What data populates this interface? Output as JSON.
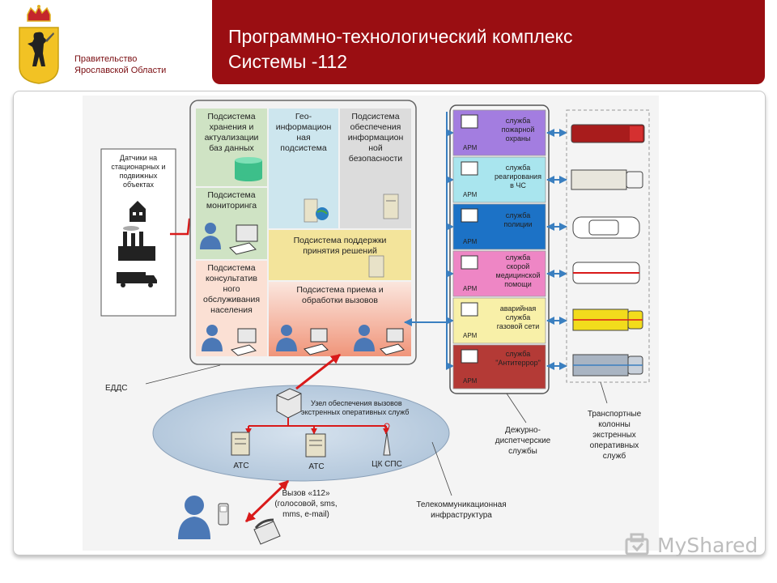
{
  "header": {
    "title_line1": "Программно-технологический комплекс",
    "title_line2": "Системы -112"
  },
  "org": {
    "line1": "Правительство",
    "line2": "Ярославской Области"
  },
  "colors": {
    "header_bg": "#9a0e12",
    "fire": "#a37de0",
    "emergency": "#a9e5ee",
    "police": "#1c72c6",
    "medical": "#ee86c5",
    "gas": "#f8f0a8",
    "antiterror": "#b43a36",
    "arrow_red": "#d91a1a",
    "arrow_blue": "#3a7fc0"
  },
  "sensors": {
    "l1": "Датчики на",
    "l2": "стационарных и",
    "l3": "подвижных",
    "l4": "объектах"
  },
  "edds": {
    "label": "ЕДДС",
    "storage": [
      "Подсистема",
      "хранения и",
      "актуализации",
      "баз данных"
    ],
    "gis": [
      "Гео-",
      "информацион",
      "ная",
      "подсистема"
    ],
    "security": [
      "Подсистема",
      "обеспечения",
      "информацион",
      "ной",
      "безопасности"
    ],
    "monitoring": [
      "Подсистема",
      "мониторинга"
    ],
    "decision": [
      "Подсистема поддержки",
      "принятия решений"
    ],
    "consult": [
      "Подсистема",
      "консультатив",
      "ного",
      "обслуживания",
      "населения"
    ],
    "calls": [
      "Подсистема приема и",
      "обработки вызовов"
    ]
  },
  "services": {
    "arm_label": "АРМ",
    "items": [
      [
        "служба",
        "пожарной",
        "охраны"
      ],
      [
        "служба",
        "реагирования",
        "в ЧС"
      ],
      [
        "служба",
        "полиции"
      ],
      [
        "служба",
        "скорой",
        "медицинской",
        "помощи"
      ],
      [
        "аварийная",
        "служба",
        "газовой сети"
      ],
      [
        "служба",
        "\"Антитеррор\""
      ]
    ],
    "caption": [
      "Дежурно-",
      "диспетчерские",
      "службы"
    ]
  },
  "convoy": {
    "caption": [
      "Транспортные",
      "колонны",
      "экстренных",
      "оперативных",
      "служб"
    ]
  },
  "telecom": {
    "node": [
      "Узел обеспечения вызовов",
      "экстренных оперативных служб"
    ],
    "ats1": "АТС",
    "ats2": "АТС",
    "sps": "ЦК СПС",
    "caption": [
      "Телекоммуникационная",
      "инфраструктура"
    ]
  },
  "call112": {
    "lines": [
      "Вызов «112»",
      "(голосовой, sms,",
      "mms, e-mail)"
    ]
  },
  "watermark": {
    "text": "MyShared"
  }
}
